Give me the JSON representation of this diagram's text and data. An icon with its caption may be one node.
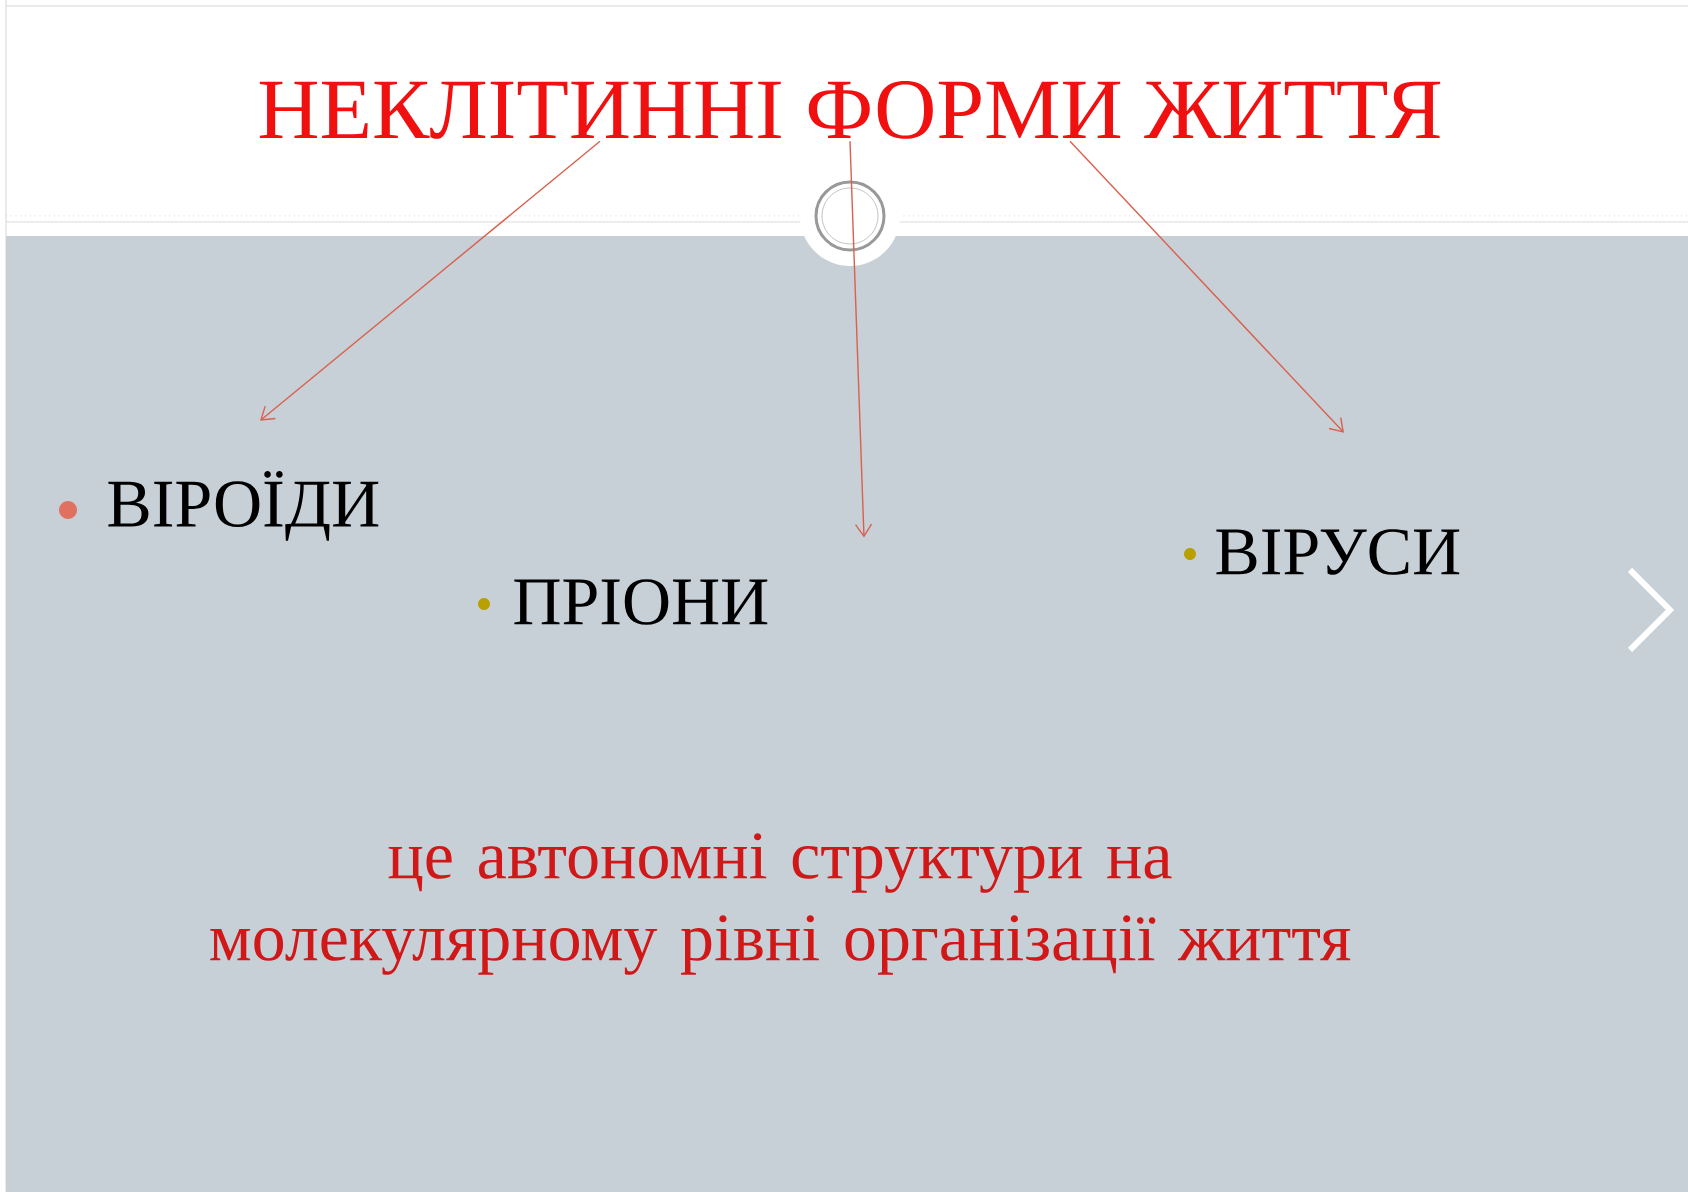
{
  "diagram": {
    "nodes": [
      {
        "text": [
          "НЕКЛІТИННІ ФОРМИ ЖИТТЯ"
        ]
      },
      {
        "text": [
          "ВІРОЇДИ"
        ]
      },
      {
        "text": [
          "ПРІОНИ"
        ]
      },
      {
        "text": [
          "ВІРУСИ"
        ]
      }
    ],
    "edges": [
      {
        "from": 0,
        "to": 1,
        "arrow": "to"
      },
      {
        "from": 0,
        "to": 2,
        "arrow": "to"
      },
      {
        "from": 0,
        "to": 3,
        "arrow": "to"
      }
    ],
    "labels": [
      "це автономні структури на молекулярному рівні організації життя"
    ]
  }
}
